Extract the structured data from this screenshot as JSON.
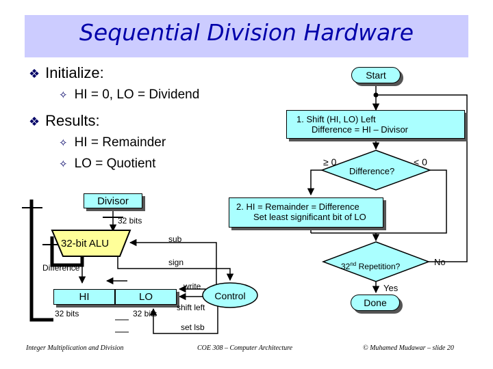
{
  "slide": {
    "title": "Sequential Division Hardware",
    "bullets": [
      {
        "label": "Initialize:",
        "subs": [
          "HI = 0, LO = Dividend"
        ]
      },
      {
        "label": "Results:",
        "subs": [
          "HI = Remainder",
          "LO = Quotient"
        ]
      }
    ]
  },
  "flowchart": {
    "start": "Start",
    "step1_line1": "1.  Shift (HI, LO) Left",
    "step1_line2": "Difference = HI – Divisor",
    "decision": "Difference?",
    "ge0": "≥ 0",
    "lt0": "< 0",
    "step2_line1": "2.  HI = Remainder = Difference",
    "step2_line2": "Set least significant bit of LO",
    "rep_prefix": "32",
    "rep_sup": "nd",
    "rep_suffix": " Repetition?",
    "no": "No",
    "yes": "Yes",
    "done": "Done"
  },
  "hardware": {
    "divisor": "Divisor",
    "divisor_bits": "32 bits",
    "alu": "32-bit ALU",
    "difference": "Difference",
    "hi": "HI",
    "lo": "LO",
    "hi_bits": "32 bits",
    "lo_bits": "32 bits",
    "control": "Control",
    "sub": "sub",
    "sign": "sign",
    "write": "write",
    "shift_left": "shift left",
    "set_lsb": "set lsb"
  },
  "footer": {
    "left": "Integer Multiplication and Division",
    "center": "COE 308 – Computer Architecture",
    "right": "© Muhamed Mudawar – slide 20"
  },
  "colors": {
    "title_bg": "#ccccff",
    "title_text": "#0000aa",
    "box_fill": "#aaffff",
    "alu_fill": "#ffff99",
    "bullet_mark": "#000066"
  }
}
